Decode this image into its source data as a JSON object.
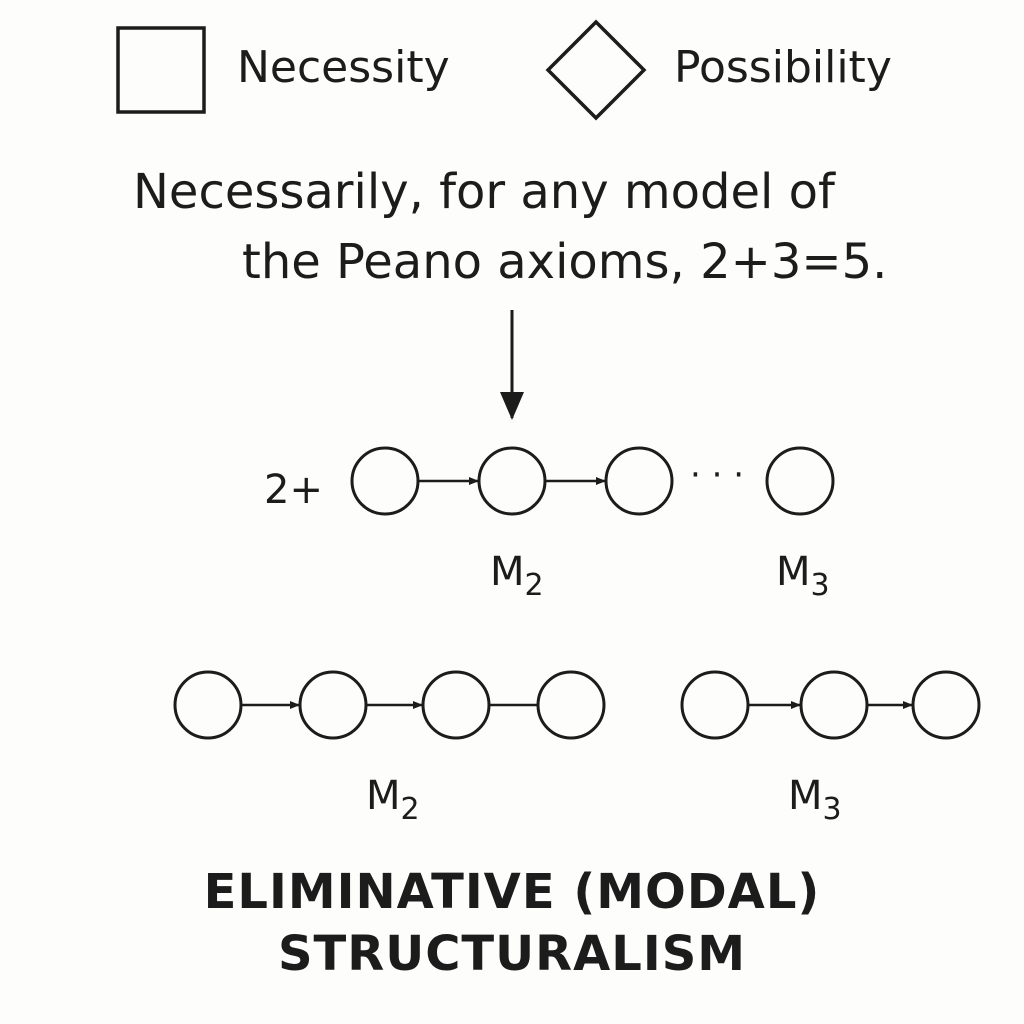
{
  "legend": {
    "box": {
      "symbol_name": "box-icon",
      "label": "Necessity"
    },
    "diamond": {
      "symbol_name": "diamond-icon",
      "label": "Possibility"
    }
  },
  "statement": {
    "line1": "Necessarily, for any model of",
    "line2": "the Peano axioms, 2+3=5."
  },
  "upper_sequence": {
    "prefix": "2+",
    "ellipsis": "· · ·",
    "label_left": {
      "base": "M",
      "sub": "2"
    },
    "label_right": {
      "base": "M",
      "sub": "3"
    }
  },
  "lower_sequences": {
    "left_label": {
      "base": "M",
      "sub": "2"
    },
    "right_label": {
      "base": "M",
      "sub": "3"
    }
  },
  "title": {
    "line1": "ELIMINATIVE (MODAL)",
    "line2": "STRUCTURALISM"
  }
}
